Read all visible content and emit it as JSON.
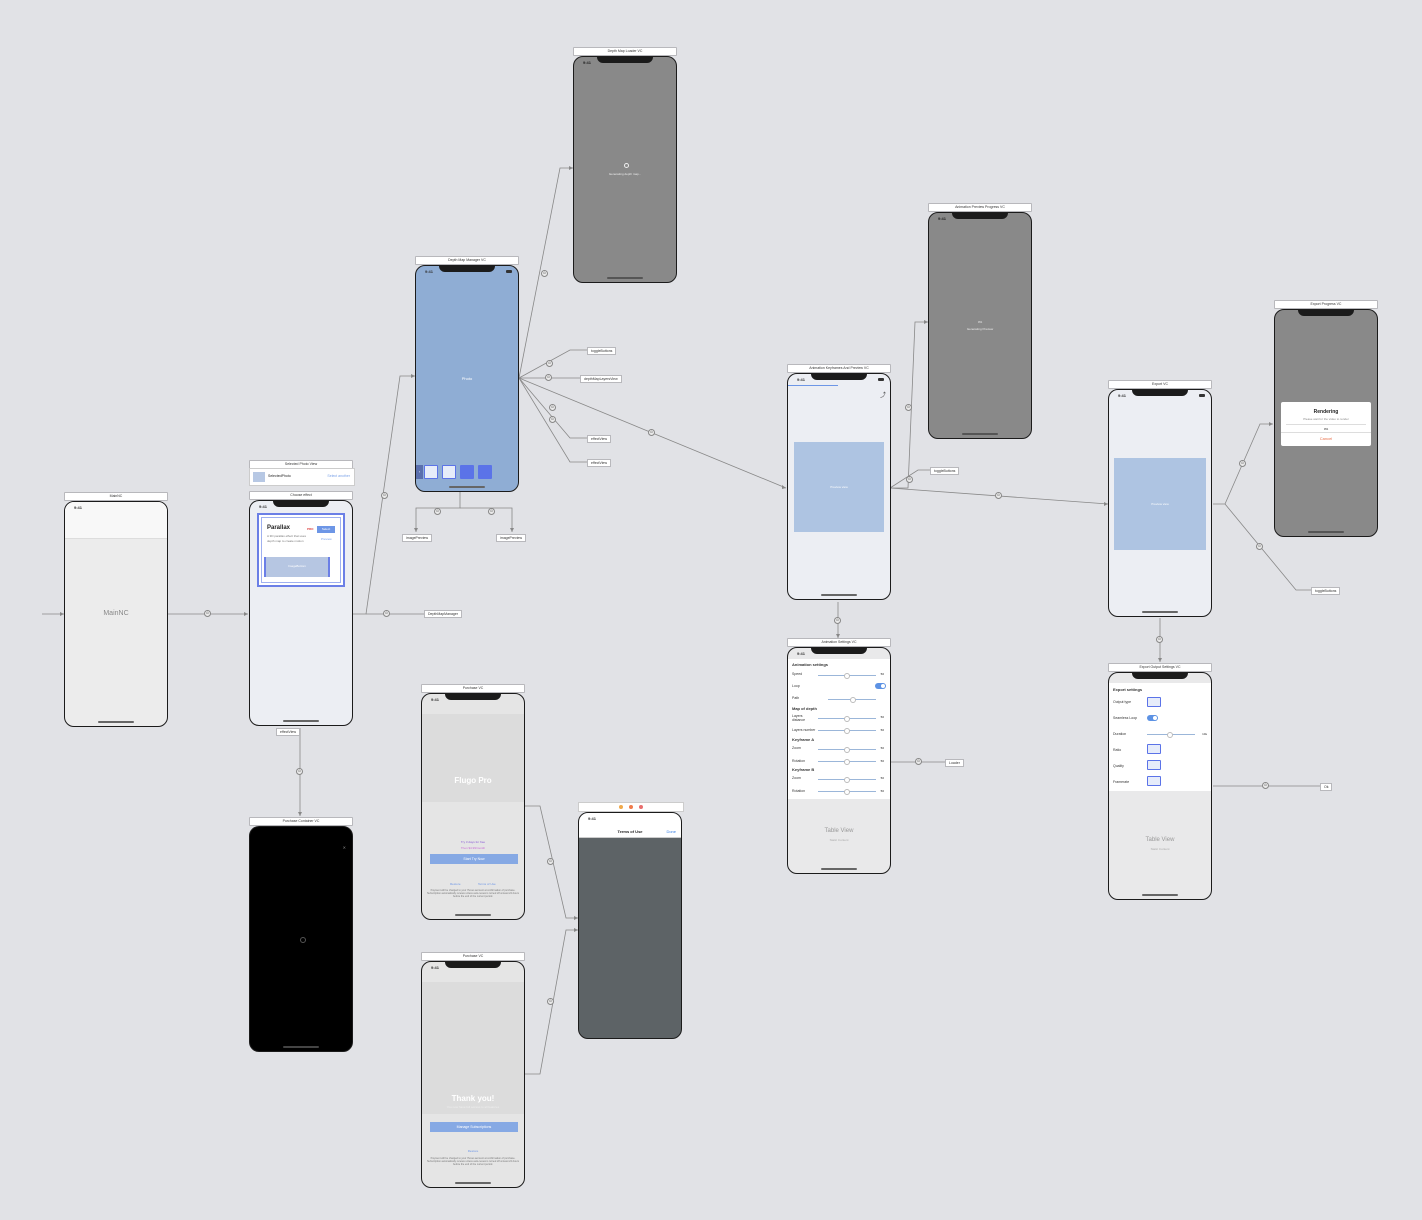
{
  "colors": {
    "canvas": "#e1e2e6",
    "accent": "#5d92e4",
    "placeholder_blue": "#aec4e2",
    "dark_vc": "#898989"
  },
  "scenes": {
    "main_nc": {
      "title": "MainNC",
      "center_label": "MainNC"
    },
    "choose_effect": {
      "title": "Choose effect",
      "header_title": "Selected Photo View",
      "header_left": "SelectedPhoto",
      "header_right": "Select another",
      "card_title": "Parallax",
      "card_text": "A 3D parallax effect that uses depth map to create motion",
      "card_badge": "PRO",
      "card_button": "Select",
      "card_link": "Preview",
      "card_image": "ImageBottom",
      "outlet": "effectView"
    },
    "purchase_container": {
      "title": "Purchase Container VC"
    },
    "depth_map_loader": {
      "title": "Depth Map Loader VC",
      "status": "Generating depth map..."
    },
    "depth_map_manager": {
      "title": "Depth Map Manager VC",
      "time": "9:41",
      "label": "Photo"
    },
    "animation_preview_progress": {
      "title": "Animation Preview Progress VC",
      "label1": "0%",
      "label2": "Generating Preview"
    },
    "animation_keyframes": {
      "title": "Animation Keyframes And Preview VC",
      "time": "9:41",
      "label": "Preview view"
    },
    "animation_settings": {
      "title": "Animation Settings VC",
      "time": "9:41",
      "section1": "Animation settings",
      "speed": "Speed",
      "loop": "Loop",
      "path": "Path",
      "section2": "Map of depth",
      "layers_distance": "Layers distance",
      "layers_number": "Layers number",
      "section3": "Keyframe A",
      "zoom_a": "Zoom",
      "rotation_a": "Rotation",
      "section4": "Keyframe B",
      "zoom_b": "Zoom",
      "rotation_b": "Rotation",
      "table_title": "Table View",
      "table_sub": "Static Content",
      "value": "50"
    },
    "export_progress": {
      "title": "Export Progress VC",
      "alert_title": "Rendering",
      "alert_sub": "Please wait for the video to render",
      "alert_value": "0%",
      "alert_cancel": "Cancel"
    },
    "export_vc": {
      "title": "Export VC",
      "time": "9:41",
      "label": "Preview view"
    },
    "export_settings": {
      "title": "Export Output Settings VC",
      "section": "Export settings",
      "output_type": "Output type",
      "seamless_loop": "Seamless Loop",
      "duration": "Duration",
      "ratio": "Ratio",
      "quality": "Quality",
      "framerate": "Framerate",
      "duration_value": "10s",
      "table_title": "Table View",
      "table_sub": "Static Content"
    },
    "purchase_1": {
      "title": "Purchase VC",
      "headline": "Flugo Pro",
      "trial_1": "Try 3 days for free",
      "trial_2": "Then $4.99/month",
      "button": "Start Try Now",
      "link_1": "Restore",
      "link_2": "Terms of Use",
      "fine_print": "Payment will be charged to your iTunes account at confirmation of purchase. Subscription automatically renews unless auto-renew is turned off at least 24-hours before the end of the current period."
    },
    "purchase_2": {
      "title": "Purchase VC",
      "headline": "Thank you!",
      "sub": "You now have full access to all features",
      "button": "Manage Subscriptions",
      "link": "Restore",
      "fine_print": "Payment will be charged to your iTunes account at confirmation of purchase. Subscription automatically renews unless auto-renew is turned off at least 24-hours before the end of the current period."
    },
    "terms_nav": {
      "title": "Terms of Use",
      "done": "Done",
      "time": "9:41"
    }
  },
  "outlets": {
    "depth_map_manager": "DepthMapManager",
    "toggle_buttons": "toggleButtons",
    "depth_map_layers": "depthMapLayersView",
    "parallax_1": "effectView",
    "parallax_2": "effectView",
    "image_preview_1": "imagePreview",
    "image_preview_2": "imagePreview",
    "toggle_button_keyframes": "toggleButtons",
    "toggle_button_export": "toggleButtons",
    "loader": "Loader",
    "outlet_ok": "Ok",
    "effect_bar": "effectView"
  }
}
